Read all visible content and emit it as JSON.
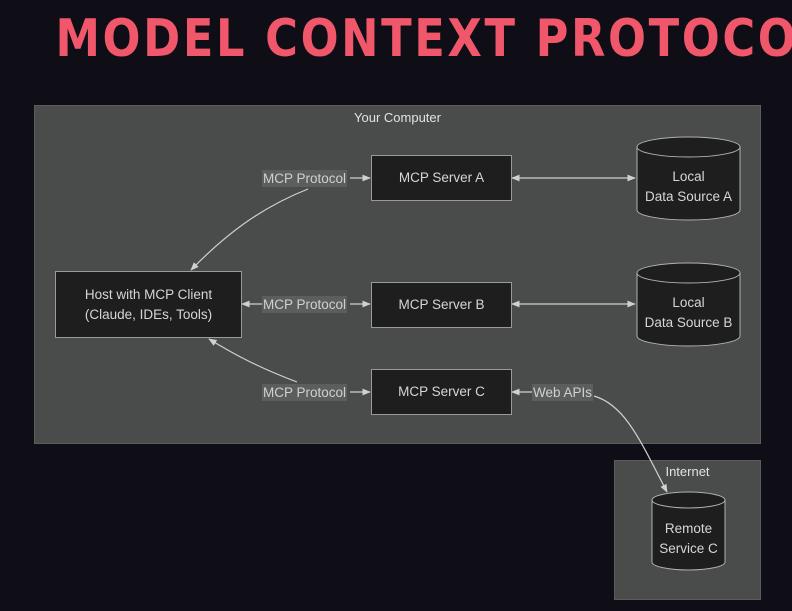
{
  "title": "MODEL CONTEXT PROTOCOL",
  "colors": {
    "title": "#f1576a",
    "background": "#0f0e16",
    "group_fill": "#4a4b4b",
    "node_fill": "#1e1e1e",
    "stroke": "#d0d0d0"
  },
  "groups": {
    "your_computer": {
      "label": "Your Computer"
    },
    "internet": {
      "label": "Internet"
    }
  },
  "nodes": {
    "host": {
      "line1": "Host with MCP Client",
      "line2": "(Claude, IDEs, Tools)"
    },
    "server_a": {
      "label": "MCP Server A"
    },
    "server_b": {
      "label": "MCP Server B"
    },
    "server_c": {
      "label": "MCP Server C"
    },
    "data_a": {
      "line1": "Local",
      "line2": "Data Source A"
    },
    "data_b": {
      "line1": "Local",
      "line2": "Data Source B"
    },
    "remote_c": {
      "line1": "Remote",
      "line2": "Service C"
    }
  },
  "edges": {
    "host_server_a": {
      "label": "MCP Protocol"
    },
    "host_server_b": {
      "label": "MCP Protocol"
    },
    "host_server_c": {
      "label": "MCP Protocol"
    },
    "server_c_remote": {
      "label": "Web APIs"
    }
  }
}
